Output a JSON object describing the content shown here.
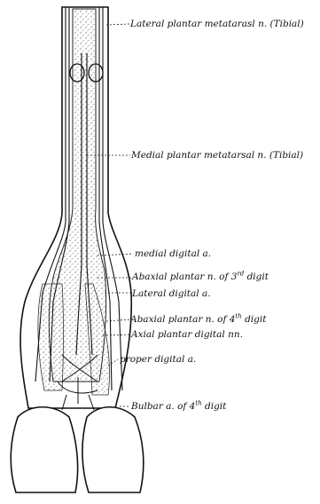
{
  "labels": {
    "lateral_plantar_metatarsal": "Lateral plantar metatarasl n. (Tibial)",
    "medial_plantar_metatarsal": "Medial plantar metatarsal n. (Tibial)",
    "medial_digital_a": "medial digital a.",
    "abaxial_3rd_prefix": "Abaxial plantar n. of 3",
    "abaxial_3rd_sup": "rd",
    "abaxial_3rd_suffix": " digit",
    "lateral_digital_a": "Lateral digital a.",
    "abaxial_4th_prefix": "Abaxial plantar n. of 4",
    "abaxial_4th_sup": "th",
    "abaxial_4th_suffix": " digit",
    "axial_plantar": "Axial plantar digital nn.",
    "proper_digital_a": "proper digital a.",
    "bulbar_prefix": "Bulbar a. of 4",
    "bulbar_sup": "th",
    "bulbar_suffix": " digit"
  }
}
